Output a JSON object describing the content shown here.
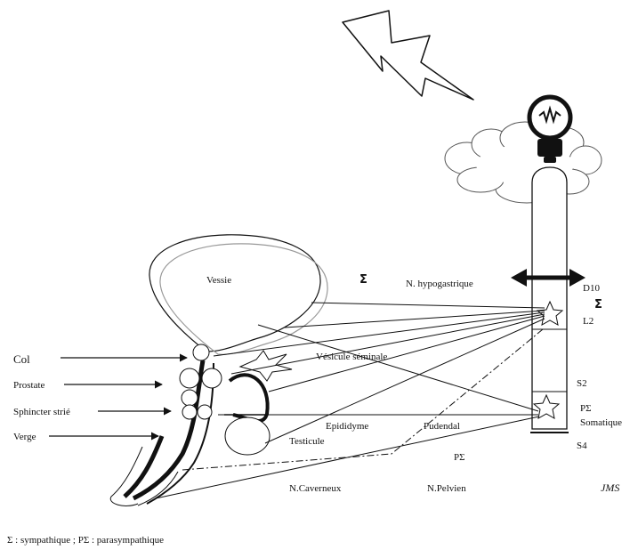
{
  "labels": {
    "vessie": "Vessie",
    "col": "Col",
    "prostate": "Prostate",
    "sphincter": "Sphincter strié",
    "verge": "Verge",
    "vesicule": "Vésicule séminale",
    "epididyme": "Epididyme",
    "testicule": "Testicule",
    "pudendal": "Pudendal",
    "n_caverneux": "N.Caverneux",
    "n_pelvien": "N.Pelvien",
    "psigma_mid": "PΣ",
    "sigma_mid": "Σ",
    "n_hypogastrique": "N. hypogastrique",
    "d10": "D10",
    "sigma_right": "Σ",
    "l2": "L2",
    "s2": "S2",
    "psigma_right": "PΣ",
    "somatique": "Somatique",
    "s4": "S4",
    "signature": "JMS"
  },
  "legend": "Σ : sympathique ; PΣ : parasympathique",
  "icons": [
    "lightning-bolt-icon",
    "lightbulb-icon",
    "cloud-icon",
    "star-icon",
    "double-arrow-icon",
    "spark-icon"
  ]
}
